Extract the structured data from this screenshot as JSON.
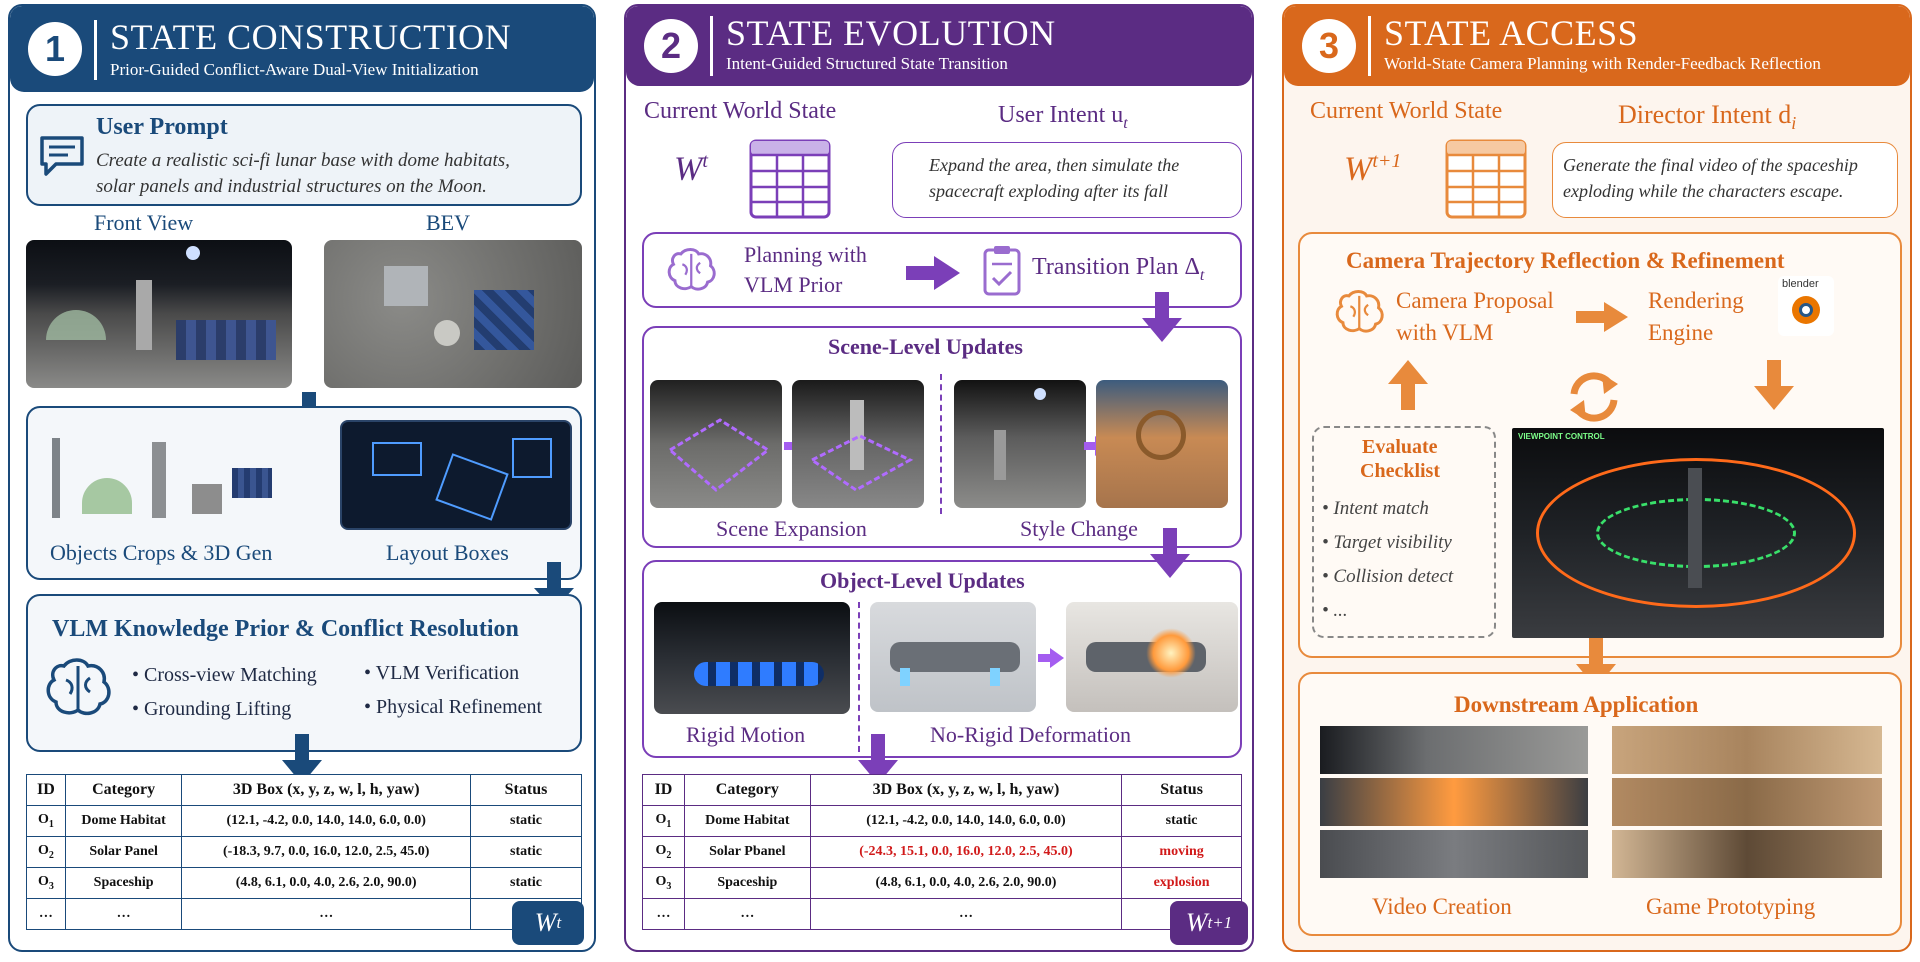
{
  "colors": {
    "p1": "#1a4a7a",
    "p2": "#5b2c83",
    "p3": "#d9681c"
  },
  "p1": {
    "num": "1",
    "title": "STATE CONSTRUCTION",
    "subtitle": "Prior-Guided Conflict-Aware Dual-View Initialization",
    "prompt_title": "User Prompt",
    "prompt_text": [
      "Create a realistic sci-fi lunar base with dome habitats,",
      "solar panels and industrial structures on the Moon."
    ],
    "front_view": "Front View",
    "bev": "BEV",
    "objects_label": "Objects Crops & 3D Gen",
    "layout_label": "Layout Boxes",
    "vlm_title": "VLM Knowledge Prior & Conflict Resolution",
    "bullets": [
      "Cross-view Matching",
      "Grounding  Lifting",
      "VLM Verification",
      "Physical Refinement"
    ],
    "table": {
      "headers": [
        "ID",
        "Category",
        "3D Box (x, y, z, w, l, h, yaw)",
        "Status"
      ],
      "rows": [
        [
          "O",
          "1",
          "Dome Habitat",
          "(12.1, -4.2, 0.0, 14.0, 14.0, 6.0, 0.0)",
          "static"
        ],
        [
          "O",
          "2",
          "Solar Panel",
          "(-18.3, 9.7, 0.0, 16.0, 12.0, 2.5, 45.0)",
          "static"
        ],
        [
          "O",
          "3",
          "Spaceship",
          "(4.8, 6.1, 0.0, 4.0, 2.6, 2.0, 90.0)",
          "static"
        ],
        [
          "…",
          "",
          "…",
          "…",
          ""
        ]
      ]
    },
    "badge_base": "W",
    "badge_sup": "t"
  },
  "p2": {
    "num": "2",
    "title": "STATE EVOLUTION",
    "subtitle": "Intent-Guided Structured State Transition",
    "cws_label": "Current World State",
    "w_base": "W",
    "w_sup": "t",
    "intent_label": "User Intent u",
    "intent_sub": "t",
    "intent_text": [
      "Expand the area, then simulate the",
      "spacecraft exploding after its fall"
    ],
    "planning": [
      "Planning with",
      "VLM Prior"
    ],
    "plan_label": "Transition Plan Δ",
    "plan_sub": "t",
    "scene_title": "Scene-Level Updates",
    "scene_expansion": "Scene Expansion",
    "style_change": "Style Change",
    "object_title": "Object-Level Updates",
    "rigid_motion": "Rigid Motion",
    "deformation": "No-Rigid Deformation",
    "table": {
      "headers": [
        "ID",
        "Category",
        "3D Box (x, y, z, w, l, h, yaw)",
        "Status"
      ],
      "rows": [
        [
          "O",
          "1",
          "Dome Habitat",
          "(12.1, -4.2, 0.0, 14.0, 14.0, 6.0, 0.0)",
          "static"
        ],
        [
          "O",
          "2",
          "Solar Pbanel",
          "(-24.3, 15.1, 0.0, 16.0, 12.0, 2.5, 45.0)",
          "moving"
        ],
        [
          "O",
          "3",
          "Spaceship",
          "(4.8, 6.1, 0.0, 4.0, 2.6, 2.0, 90.0)",
          "explosion"
        ],
        [
          "…",
          "",
          "…",
          "…",
          ""
        ]
      ]
    },
    "badge_base": "W",
    "badge_sup": "t+1"
  },
  "p3": {
    "num": "3",
    "title": "STATE ACCESS",
    "subtitle": "World-State Camera Planning with Render-Feedback Reflection",
    "cws_label": "Current World State",
    "w_base": "W",
    "w_sup": "t+1",
    "intent_label": "Director Intent d",
    "intent_sub": "i",
    "intent_text": [
      "Generate the final video of the spaceship",
      "exploding while the characters escape."
    ],
    "reflect_title": "Camera Trajectory Reflection & Refinement",
    "proposal": [
      "Camera Proposal",
      "with VLM"
    ],
    "render": [
      "Rendering",
      "Engine"
    ],
    "blender": "blender",
    "checklist_title": [
      "Evaluate",
      "Checklist"
    ],
    "checklist": [
      "Intent match",
      "Target visibility",
      "Collision detect",
      "..."
    ],
    "viewpoint": "VIEWPOINT CONTROL",
    "downstream_title": "Downstream Application",
    "video_creation": "Video Creation",
    "game_proto": "Game Prototyping"
  }
}
